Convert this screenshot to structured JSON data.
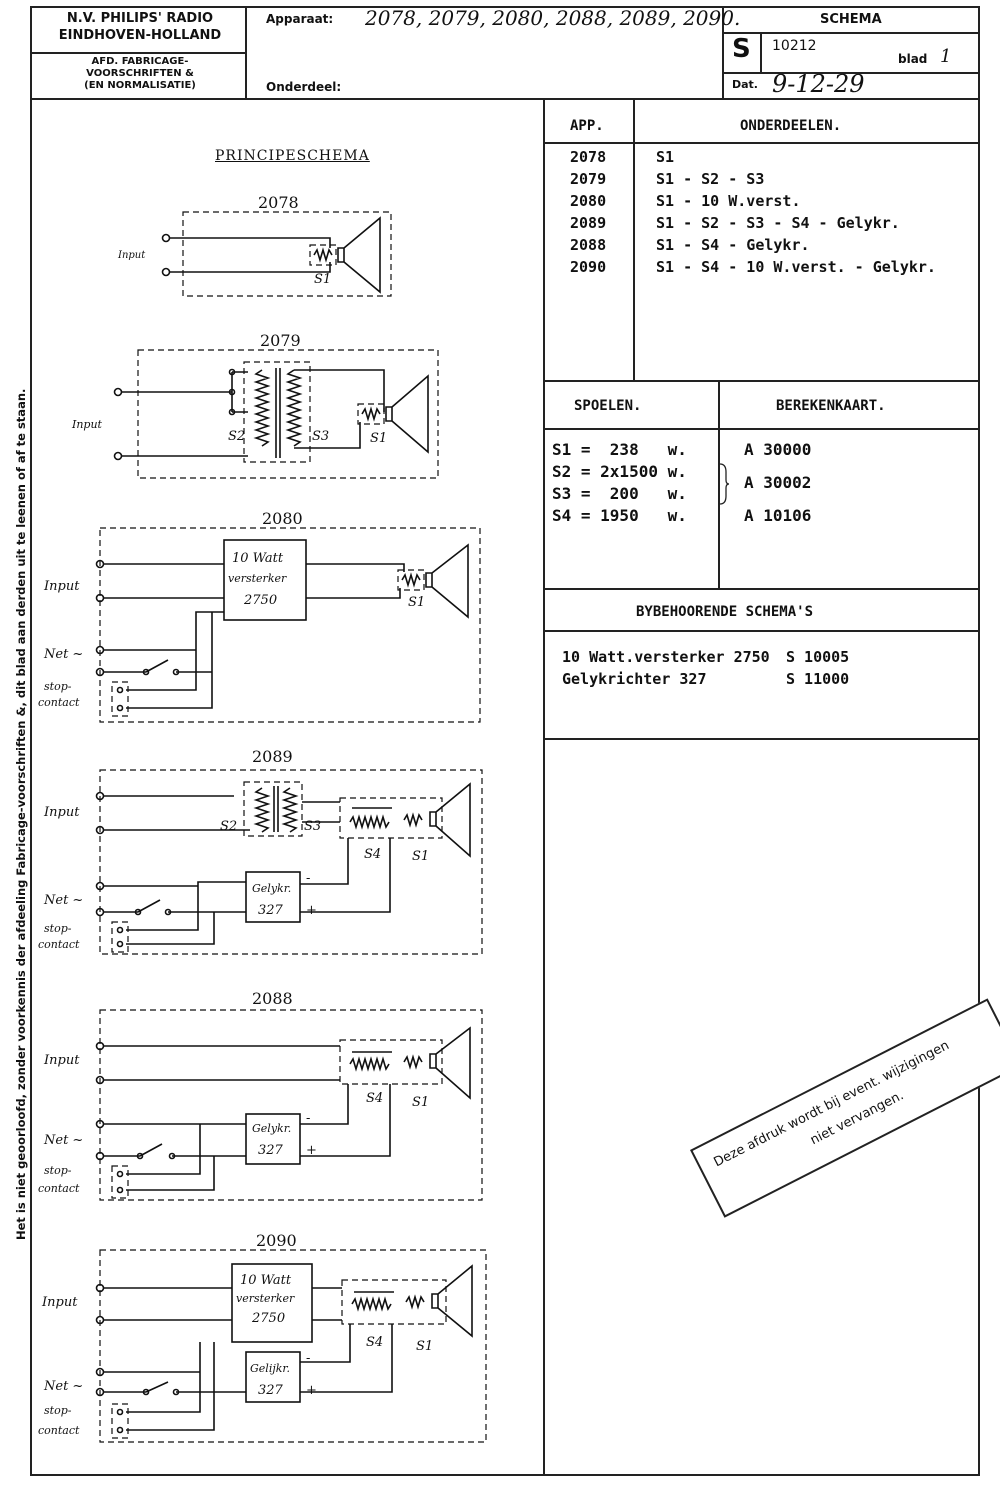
{
  "header": {
    "company_line1": "N.V. PHILIPS' RADIO",
    "company_line2": "EINDHOVEN-HOLLAND",
    "dept_line1": "AFD. FABRICAGE-",
    "dept_line2": "VOORSCHRIFTEN &",
    "dept_line3": "(EN NORMALISATIE)",
    "apparaat_label": "Apparaat:",
    "apparaat_value": "2078, 2079, 2080, 2088, 2089, 2090.",
    "onderdeel_label": "Onderdeel:",
    "schema_label": "SCHEMA",
    "schema_prefix": "S",
    "schema_number": "10212",
    "blad_label": "blad",
    "blad_value": "1",
    "dat_label": "Dat.",
    "dat_value": "9-12-29"
  },
  "side_note": "Het is niet geoorloofd, zonder voorkennis der afdeeling Fabricage-voorschriften &, dit blad aan derden uit te leenen of af te staan.",
  "left": {
    "title": "PRINCIPESCHEMA",
    "diagrams": [
      {
        "id": "2078",
        "title": "2078",
        "labels": {
          "input": "Input",
          "s1": "S1"
        }
      },
      {
        "id": "2079",
        "title": "2079",
        "labels": {
          "input": "Input",
          "s2": "S2",
          "s3": "S3",
          "s1": "S1"
        }
      },
      {
        "id": "2080",
        "title": "2080",
        "labels": {
          "input": "Input",
          "net": "Net ~",
          "stop": "stop-",
          "contact": "contact",
          "amp1": "10 Watt",
          "amp2": "versterker",
          "amp3": "2750",
          "s1": "S1"
        }
      },
      {
        "id": "2089",
        "title": "2089",
        "labels": {
          "input": "Input",
          "net": "Net ~",
          "stop": "stop-",
          "contact": "contact",
          "rect1": "Gelykr.",
          "rect2": "327",
          "s2": "S2",
          "s3": "S3",
          "s4": "S4",
          "s1": "S1",
          "minus": "-",
          "plus": "+"
        }
      },
      {
        "id": "2088",
        "title": "2088",
        "labels": {
          "input": "Input",
          "net": "Net ~",
          "stop": "stop-",
          "contact": "contact",
          "rect1": "Gelykr.",
          "rect2": "327",
          "s4": "S4",
          "s1": "S1",
          "minus": "-",
          "plus": "+"
        }
      },
      {
        "id": "2090",
        "title": "2090",
        "labels": {
          "input": "Input",
          "net": "Net ~",
          "stop": "stop-",
          "contact": "contact",
          "amp1": "10 Watt",
          "amp2": "versterker",
          "amp3": "2750",
          "rect1": "Gelijkr.",
          "rect2": "327",
          "s4": "S4",
          "s1": "S1",
          "minus": "-",
          "plus": "+"
        }
      }
    ]
  },
  "parts_table": {
    "col_app": "APP.",
    "col_parts": "ONDERDEELEN.",
    "rows": [
      {
        "app": "2078",
        "parts": "S1"
      },
      {
        "app": "2079",
        "parts": "S1 - S2 - S3"
      },
      {
        "app": "2080",
        "parts": "S1 - 10 W.verst."
      },
      {
        "app": "2089",
        "parts": "S1 - S2 - S3 - S4 - Gelykr."
      },
      {
        "app": "2088",
        "parts": "S1 - S4 - Gelykr."
      },
      {
        "app": "2090",
        "parts": "S1 - S4 - 10 W.verst. - Gelykr."
      }
    ]
  },
  "coils_table": {
    "col_coils": "SPOELEN.",
    "col_card": "BEREKENKAART.",
    "rows": [
      {
        "coil": "S1 =  238   w.",
        "card": "A 30000"
      },
      {
        "coil": "S2 = 2x1500 w.",
        "card": "A 30002"
      },
      {
        "coil": "S3 =  200   w.",
        "card": ""
      },
      {
        "coil": "S4 = 1950   w.",
        "card": "A 10106"
      }
    ]
  },
  "related": {
    "title": "BYBEHOORENDE SCHEMA'S",
    "rows": [
      {
        "name": "10 Watt.versterker 2750",
        "ref": "S 10005"
      },
      {
        "name": "Gelykrichter 327",
        "ref": "S 11000"
      }
    ]
  },
  "stamp": {
    "line1": "Deze afdruk wordt bij event. wijzigingen",
    "line2": "niet vervangen."
  }
}
